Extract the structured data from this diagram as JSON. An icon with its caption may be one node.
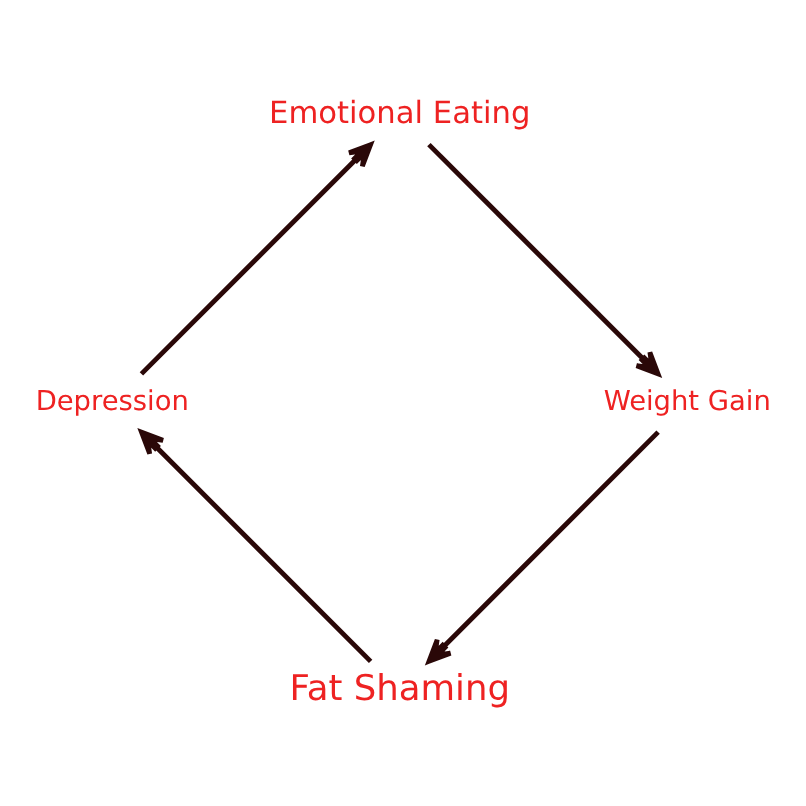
{
  "diagram": {
    "nodes": [
      {
        "text": [
          "Fat Shaming"
        ]
      },
      {
        "text": [
          "Depression"
        ]
      },
      {
        "text": [
          "Emotional Eating"
        ]
      },
      {
        "text": [
          "Weight Gain"
        ]
      }
    ],
    "edges": [
      {
        "from": 0,
        "to": 1,
        "arrow": "to"
      },
      {
        "from": 1,
        "to": 2,
        "arrow": "to"
      },
      {
        "from": 2,
        "to": 3,
        "arrow": "to"
      },
      {
        "from": 3,
        "to": 0,
        "arrow": "to"
      }
    ]
  }
}
